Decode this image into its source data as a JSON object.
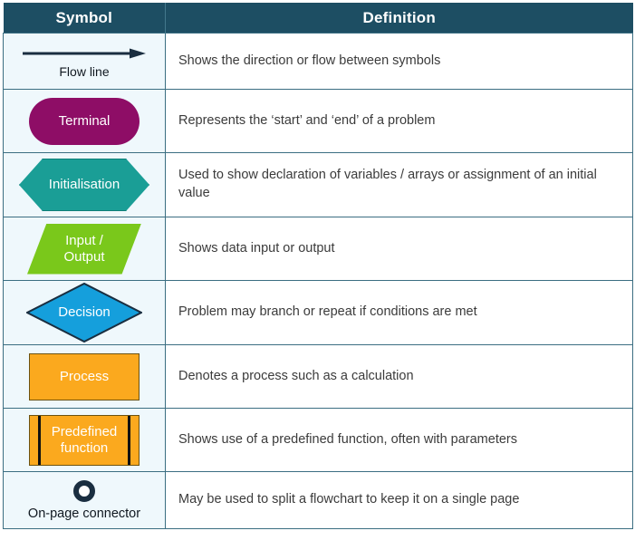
{
  "table": {
    "headers": {
      "symbol": "Symbol",
      "definition": "Definition"
    },
    "colors": {
      "header_bg": "#1D4E63",
      "header_text": "#FFFFFF",
      "symbol_cell_bg": "#EFF8FC",
      "definition_cell_bg": "#FFFFFF",
      "border": "#3B6E82",
      "terminal": "#8E0D66",
      "initialisation": "#1A9E96",
      "input_output": "#7AC81B",
      "decision": "#159FDC",
      "process": "#FBA91E",
      "predefined_function": "#FBA91E",
      "connector": "#1A2E40",
      "flow_line": "#1A2E40"
    },
    "rows": [
      {
        "shape": "flow-line",
        "label": "Flow line",
        "definition": "Shows the direction or flow between symbols"
      },
      {
        "shape": "terminal",
        "label": "Terminal",
        "definition": "Represents the ‘start’ and ‘end’ of a problem"
      },
      {
        "shape": "initialisation",
        "label": "Initialisation",
        "definition": "Used to show declaration of variables / arrays or assignment of an initial value"
      },
      {
        "shape": "input-output",
        "label": "Input /\nOutput",
        "definition": "Shows data input or output"
      },
      {
        "shape": "decision",
        "label": "Decision",
        "definition": "Problem may branch or repeat if conditions are met"
      },
      {
        "shape": "process",
        "label": "Process",
        "definition": "Denotes a process such as a calculation"
      },
      {
        "shape": "predefined-function",
        "label": "Predefined\nfunction",
        "definition": "Shows use of a predefined function, often with parameters"
      },
      {
        "shape": "on-page-connector",
        "label": "On-page connector",
        "definition": "May be used to split a flowchart to keep it on a single page"
      }
    ]
  }
}
